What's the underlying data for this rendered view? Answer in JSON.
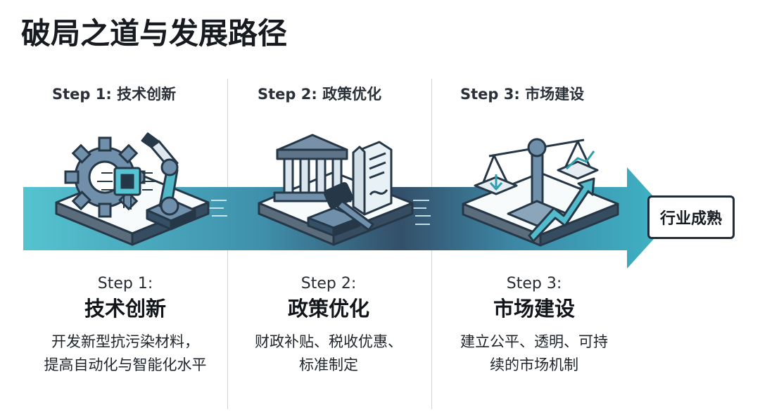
{
  "title": "破局之道与发展路径",
  "endpoint": {
    "label": "行业成熟"
  },
  "steps": [
    {
      "header": "Step 1: 技术创新",
      "kicker": "Step 1:",
      "name": "技术创新",
      "desc_line1": "开发新型抗污染材料，",
      "desc_line2": "提高自动化与智能化水平",
      "icon": "gear-circuit-robot-arm-icon"
    },
    {
      "header": "Step 2: 政策优化",
      "kicker": "Step 2:",
      "name": "政策优化",
      "desc_line1": "财政补贴、税收优惠、",
      "desc_line2": "标准制定",
      "icon": "government-building-gavel-document-icon"
    },
    {
      "header": "Step 3: 市场建设",
      "kicker": "Step 3:",
      "name": "市场建设",
      "desc_line1": "建立公平、透明、可持",
      "desc_line2": "续的市场机制",
      "icon": "balance-scale-growth-arrow-icon"
    }
  ],
  "colors": {
    "teal": "#3fb6c7",
    "dark_blue": "#335a7a",
    "navy": "#1f2d3a",
    "divider": "#cfd5db"
  }
}
